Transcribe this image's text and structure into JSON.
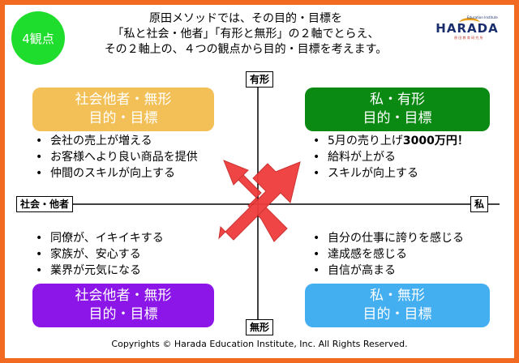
{
  "badge": {
    "label": "4観点"
  },
  "intro": {
    "lines": [
      "原田メソッドでは、その目的・目標を",
      "「私と社会・他者」「有形と無形」の２軸でとらえ、",
      "その２軸上の、４つの観点から目的・目標を考えます。"
    ]
  },
  "logo": {
    "text": "HARADA",
    "tagline": "Education Institute",
    "subtagline": "原 田 教 育 研 究 所"
  },
  "axes": {
    "top": "有形",
    "bottom": "無形",
    "left": "社会・他者",
    "right": "私"
  },
  "quadrants": {
    "top_left": {
      "title_line1": "社会他者・無形",
      "title_line2": "目的・目標",
      "color": "#f2c057",
      "bullets": [
        "会社の売上が増える",
        "お客様へより良い商品を提供",
        "仲間のスキルが向上する"
      ]
    },
    "top_right": {
      "title_line1": "私・有形",
      "title_line2": "目的・目標",
      "color": "#0a8a12",
      "bullets_first_prefix": "5月の売り上げ",
      "bullets_first_bold": "3000万円！",
      "bullets": [
        "給料が上がる",
        "スキルが向上する"
      ]
    },
    "bottom_left": {
      "title_line1": "社会他者・無形",
      "title_line2": "目的・目標",
      "color": "#8c16e8",
      "bullets": [
        "同僚が、イキイキする",
        "家族が、安心する",
        "業界が元気になる"
      ]
    },
    "bottom_right": {
      "title_line1": "私・無形",
      "title_line2": "目的・目標",
      "color": "#43aef0",
      "bullets": [
        "自分の仕事に誇りを感じる",
        "達成感を感じる",
        "自信が高まる"
      ]
    }
  },
  "arrow_color": "#f03c3c",
  "frame_color": "#f26a22",
  "copyright": "Copyrights © Harada Education Institute, Inc.  All Rights Reserved."
}
